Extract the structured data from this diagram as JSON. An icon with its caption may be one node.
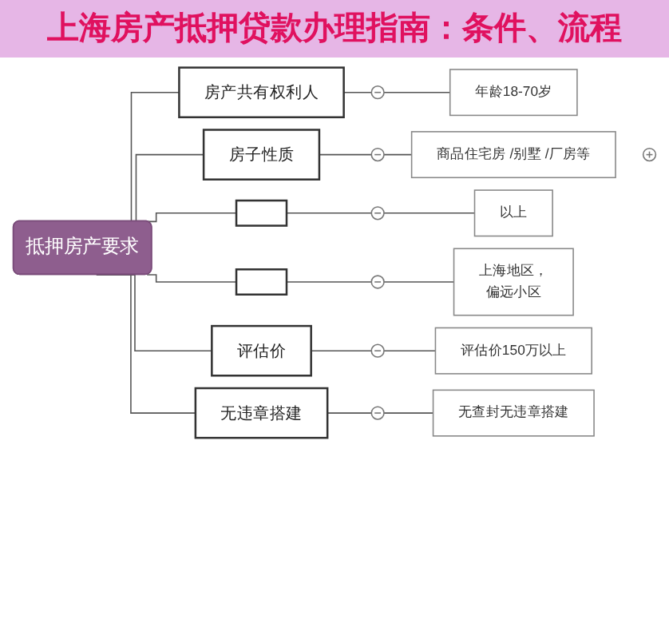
{
  "diagram": {
    "title": "上海房产抵押贷款办理指南：条件、流程",
    "nodes": [
      {
        "text": [
          "抵押房产要求"
        ]
      },
      {
        "text": [
          "房产共有权利人"
        ]
      },
      {
        "text": [],
        "shape": "circle"
      },
      {
        "text": [
          "年龄18-70岁"
        ]
      },
      {
        "text": [
          "房子性质"
        ]
      },
      {
        "text": [],
        "shape": "circle"
      },
      {
        "text": [
          "商品住宅房 /别墅 /厂房等"
        ]
      },
      {
        "text": [],
        "shape": "circle"
      },
      {
        "text": [],
        "shape": "box"
      },
      {
        "text": [],
        "shape": "circle"
      },
      {
        "text": [
          "以上"
        ]
      },
      {
        "text": [],
        "shape": "box"
      },
      {
        "text": [],
        "shape": "circle"
      },
      {
        "text": [
          "上海地区，",
          "偏远小区"
        ]
      },
      {
        "text": [
          "评估价"
        ]
      },
      {
        "text": [],
        "shape": "circle"
      },
      {
        "text": [
          "评估价150万以上"
        ]
      },
      {
        "text": [
          "无违章搭建"
        ]
      },
      {
        "text": [],
        "shape": "circle"
      },
      {
        "text": [
          "无查封无违章搭建"
        ]
      }
    ],
    "edges": [
      {
        "from": 0,
        "to": 1,
        "arrow": "none"
      },
      {
        "from": 0,
        "to": 4,
        "arrow": "none"
      },
      {
        "from": 0,
        "to": 8,
        "arrow": "none"
      },
      {
        "from": 0,
        "to": 11,
        "arrow": "none"
      },
      {
        "from": 0,
        "to": 14,
        "arrow": "none"
      },
      {
        "from": 0,
        "to": 17,
        "arrow": "none"
      },
      {
        "from": 1,
        "to": 2,
        "arrow": "none"
      },
      {
        "from": 2,
        "to": 3,
        "arrow": "none"
      },
      {
        "from": 4,
        "to": 5,
        "arrow": "none"
      },
      {
        "from": 5,
        "to": 6,
        "arrow": "none"
      },
      {
        "from": 8,
        "to": 9,
        "arrow": "none"
      },
      {
        "from": 9,
        "to": 10,
        "arrow": "none"
      },
      {
        "from": 11,
        "to": 12,
        "arrow": "none"
      },
      {
        "from": 12,
        "to": 13,
        "arrow": "none"
      },
      {
        "from": 14,
        "to": 15,
        "arrow": "none"
      },
      {
        "from": 15,
        "to": 16,
        "arrow": "none"
      },
      {
        "from": 17,
        "to": 18,
        "arrow": "none"
      },
      {
        "from": 18,
        "to": 19,
        "arrow": "none"
      }
    ]
  }
}
